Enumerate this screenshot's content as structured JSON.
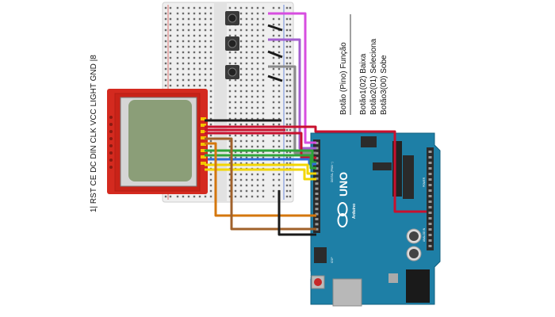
{
  "lcd": {
    "pin_labels": "1| RST  CE DC DIN CLK VCC LIGHT GND  |8"
  },
  "legend": {
    "header": "Botão (Pino) Função",
    "rows": [
      "Botão1(02) Baixa",
      "Botão2(01) Seleciona",
      "Botão3(00) Sobe"
    ]
  },
  "arduino": {
    "model": "UNO",
    "brand": "Arduino",
    "reset_label": "RESET",
    "icsp_label": "ICSP",
    "digital_label": "DIGITAL (PWM ~)",
    "power_label": "POWER",
    "analog_label": "ANALOG IN"
  },
  "colors": {
    "board": "#1e7fa6",
    "lcd_pcb": "#d42a1f",
    "lcd_screen": "#8b9e78",
    "wire_magenta": "#d74ee0",
    "wire_violet": "#a35fcf",
    "wire_red": "#c8102e",
    "wire_black": "#1a1a1a",
    "wire_green": "#2ea33a",
    "wire_yellow": "#f2d600",
    "wire_blue": "#2d6ed8",
    "wire_brown": "#a0612a",
    "wire_orange": "#d4770e"
  }
}
